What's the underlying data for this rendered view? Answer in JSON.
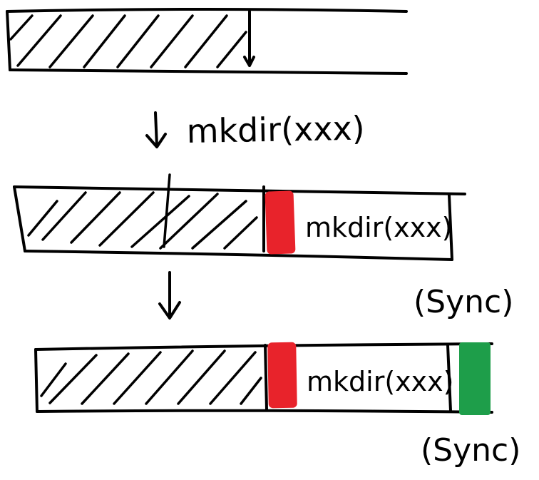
{
  "diagram": {
    "step1_label": "mkdir(xxx)",
    "block2_label": "mkdir(xxx)",
    "block3_label": "mkdir(xxx)",
    "sync_label_1": "(Sync)",
    "sync_label_2": "(Sync)",
    "colors": {
      "ink": "#000000",
      "journal_entry": "#e8232b",
      "sync_marker": "#1e9e4a",
      "background": "#ffffff"
    }
  }
}
